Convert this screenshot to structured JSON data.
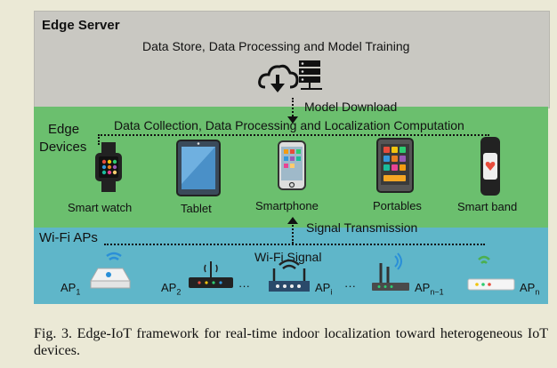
{
  "server": {
    "title": "Edge Server",
    "subtitle": "Data Store, Data Processing and Model Training",
    "download": "Model Download"
  },
  "edge": {
    "title_line1": "Edge",
    "title_line2": "Devices",
    "processing": "Data Collection, Data Processing and Localization Computation",
    "devices": [
      {
        "label": "Smart watch"
      },
      {
        "label": "Tablet"
      },
      {
        "label": "Smartphone"
      },
      {
        "label": "Portables"
      },
      {
        "label": "Smart band"
      }
    ]
  },
  "wifi": {
    "title": "Wi-Fi APs",
    "signal_transmission": "Signal Transmission",
    "signal": "Wi-Fi Signal",
    "aps": [
      {
        "base": "AP",
        "sub": "1"
      },
      {
        "base": "AP",
        "sub": "2"
      },
      {
        "base": "AP",
        "sub": "i"
      },
      {
        "base": "AP",
        "sub": "n−1"
      },
      {
        "base": "AP",
        "sub": "n"
      }
    ],
    "ellipsis": "···"
  },
  "caption": "Fig. 3.    Edge-IoT framework for real-time indoor localization toward heterogeneous IoT devices.",
  "colors": {
    "server_band": "#c9c8c2",
    "edge_band": "#6bbf6e",
    "wifi_band": "#5fb6c9"
  },
  "icons": [
    "cloud-download-icon",
    "server-rack-icon",
    "smartwatch-icon",
    "tablet-icon",
    "smartphone-icon",
    "portable-phone-icon",
    "smart-band-icon",
    "router-icon"
  ]
}
